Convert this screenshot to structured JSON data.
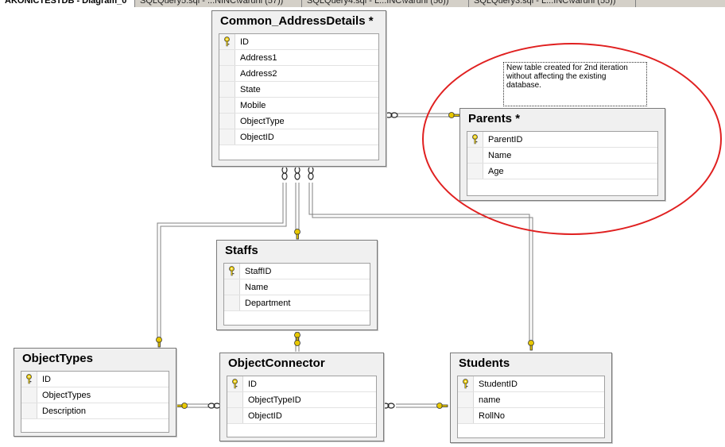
{
  "tabs": [
    {
      "label": "AKONICTESTDB - Diagram_0",
      "active": true
    },
    {
      "label": "SQLQuery5.sql - ...NINC\\varuni (57))",
      "active": false
    },
    {
      "label": "SQLQuery4.sql - L...INC\\varuni (56))",
      "active": false
    },
    {
      "label": "SQLQuery3.sql - L...INC\\varuni (55))",
      "active": false
    }
  ],
  "tables": {
    "common_address": {
      "title": "Common_AddressDetails *",
      "columns": [
        {
          "name": "ID",
          "key": true
        },
        {
          "name": "Address1",
          "key": false
        },
        {
          "name": "Address2",
          "key": false
        },
        {
          "name": "State",
          "key": false
        },
        {
          "name": "Mobile",
          "key": false
        },
        {
          "name": "ObjectType",
          "key": false
        },
        {
          "name": "ObjectID",
          "key": false
        }
      ]
    },
    "parents": {
      "title": "Parents *",
      "columns": [
        {
          "name": "ParentID",
          "key": true
        },
        {
          "name": "Name",
          "key": false
        },
        {
          "name": "Age",
          "key": false
        }
      ]
    },
    "staffs": {
      "title": "Staffs",
      "columns": [
        {
          "name": "StaffID",
          "key": true
        },
        {
          "name": "Name",
          "key": false
        },
        {
          "name": "Department",
          "key": false
        }
      ]
    },
    "object_types": {
      "title": "ObjectTypes",
      "columns": [
        {
          "name": "ID",
          "key": true
        },
        {
          "name": "ObjectTypes",
          "key": false
        },
        {
          "name": "Description",
          "key": false
        }
      ]
    },
    "object_connector": {
      "title": "ObjectConnector",
      "columns": [
        {
          "name": "ID",
          "key": true
        },
        {
          "name": "ObjectTypeID",
          "key": false
        },
        {
          "name": "ObjectID",
          "key": false
        }
      ]
    },
    "students": {
      "title": "Students",
      "columns": [
        {
          "name": "StudentID",
          "key": true
        },
        {
          "name": "name",
          "key": false
        },
        {
          "name": "RollNo",
          "key": false
        }
      ]
    }
  },
  "note": {
    "lines": [
      "New table created for 2nd iteration",
      "without affecting  the existing",
      "database."
    ]
  },
  "colors": {
    "annotation_circle": "#e02020",
    "key_icon": "#e8c800"
  }
}
